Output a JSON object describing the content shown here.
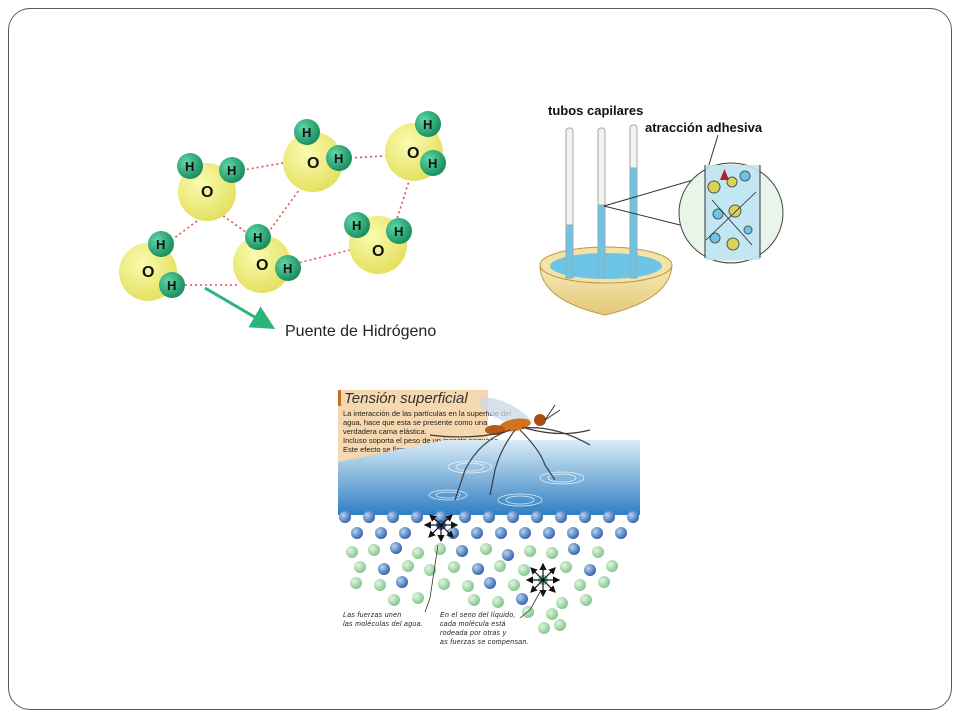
{
  "slide": {
    "hydrogen_bond_figure": {
      "molecule_atom_labels": {
        "hydrogen": "H",
        "oxygen": "O"
      },
      "caption": "Puente de Hidrógeno",
      "colors": {
        "hydrogen": "#1d9a6c",
        "oxygen": "#ecec7a",
        "bond": "#e05050",
        "arrow": "#2ab57a"
      }
    },
    "capillary_figure": {
      "title": "tubos capilares",
      "zoom_label": "atracción adhesiva",
      "colors": {
        "water": "#6cc5e6",
        "dish": "#f3e3a6"
      }
    },
    "surface_tension_figure": {
      "title": "Tensión superficial",
      "description_lines": [
        "La interacción de las partículas en la superficie del",
        "agua, hace que esta se presente como una",
        "verdadera cama elástica.",
        "Incluso soporta el peso de un insecto pequeño.",
        "Este efecto se llama tensión superficial."
      ],
      "note_left_lines": [
        "Las fuerzas unen",
        "las moléculas del agua."
      ],
      "note_right_lines": [
        "En el seno del líquido,",
        "cada molécula está",
        "rodeada por otras y",
        "as fuerzas se compensan."
      ],
      "colors": {
        "surface": "#3c8fd0",
        "header": "#f5d7b0",
        "molecule_blue": "#3b6fb8",
        "molecule_green": "#a8d9a0"
      }
    }
  }
}
